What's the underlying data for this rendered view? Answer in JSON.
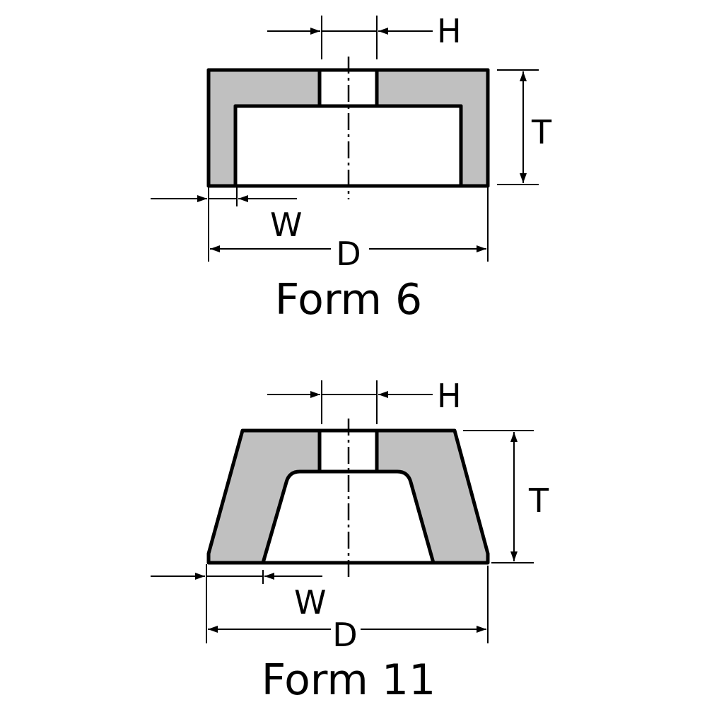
{
  "form6": {
    "title": "Form 6",
    "labels": {
      "H": "H",
      "T": "T",
      "W": "W",
      "D": "D"
    }
  },
  "form11": {
    "title": "Form 11",
    "labels": {
      "H": "H",
      "T": "T",
      "W": "W",
      "D": "D"
    }
  },
  "colors": {
    "section_fill": "#c0c0c0",
    "line": "#000000"
  }
}
